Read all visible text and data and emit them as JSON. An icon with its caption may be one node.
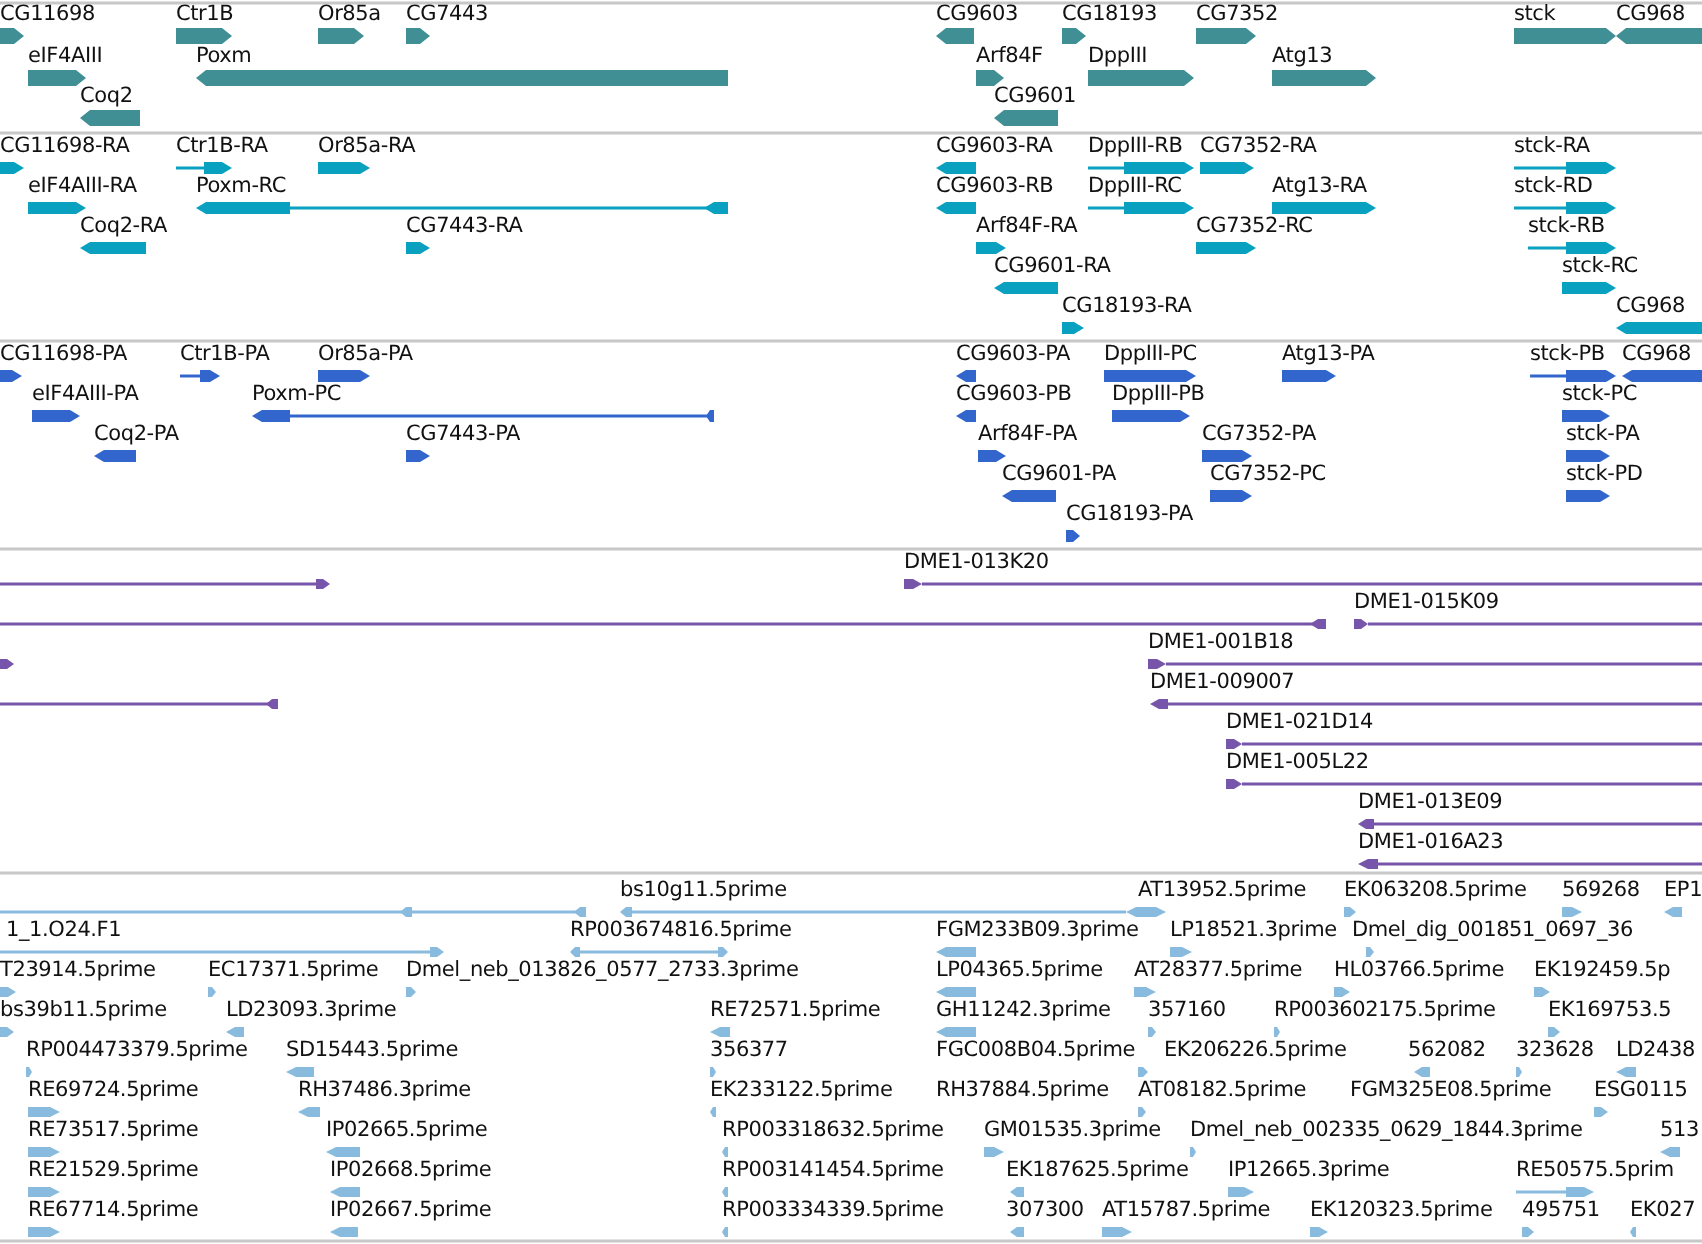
{
  "diagram": {
    "labels": [
      "CG11698",
      "Ctr1B",
      "Or85a",
      "CG7443",
      "CG9603",
      "CG18193",
      "CG7352",
      "stck",
      "CG968",
      "eIF4AIII",
      "Poxm",
      "Arf84F",
      "DppIII",
      "Atg13",
      "Coq2",
      "CG9601",
      "CG11698-RA",
      "Ctr1B-RA",
      "Or85a-RA",
      "CG9603-RA",
      "DppIII-RB",
      "CG7352-RA",
      "stck-RA",
      "eIF4AIII-RA",
      "Poxm-RC",
      "CG9603-RB",
      "DppIII-RC",
      "Atg13-RA",
      "stck-RD",
      "Coq2-RA",
      "CG7443-RA",
      "Arf84F-RA",
      "CG7352-RC",
      "stck-RB",
      "CG9601-RA",
      "stck-RC",
      "CG18193-RA",
      "CG968",
      "CG11698-PA",
      "Ctr1B-PA",
      "Or85a-PA",
      "CG9603-PA",
      "DppIII-PC",
      "Atg13-PA",
      "stck-PB",
      "CG968",
      "eIF4AIII-PA",
      "Poxm-PC",
      "CG9603-PB",
      "DppIII-PB",
      "stck-PC",
      "Coq2-PA",
      "CG7443-PA",
      "Arf84F-PA",
      "CG7352-PA",
      "stck-PA",
      "CG9601-PA",
      "CG7352-PC",
      "stck-PD",
      "CG18193-PA",
      "DME1-013K20",
      "DME1-015K09",
      "DME1-001B18",
      "DME1-009007",
      "DME1-021D14",
      "DME1-005L22",
      "DME1-013E09",
      "DME1-016A23",
      "bs10g11.5prime",
      "AT13952.5prime",
      "EK063208.5prime",
      "569268",
      "EP1",
      "1_1.O24.F1",
      "RP003674816.5prime",
      "FGM233B09.3prime",
      "LP18521.3prime",
      "Dmel_dig_001851_0697_36",
      "T23914.5prime",
      "EC17371.5prime",
      "Dmel_neb_013826_0577_2733.3prime",
      "LP04365.5prime",
      "AT28377.5prime",
      "HL03766.5prime",
      "EK192459.5p",
      "bs39b11.5prime",
      "LD23093.3prime",
      "RE72571.5prime",
      "GH11242.3prime",
      "357160",
      "RP003602175.5prime",
      "EK169753.5",
      "RP004473379.5prime",
      "SD15443.5prime",
      "356377",
      "FGC008B04.5prime",
      "EK206226.5prime",
      "562082",
      "323628",
      "LD2438",
      "RE69724.5prime",
      "RH37486.3prime",
      "EK233122.5prime",
      "RH37884.5prime",
      "AT08182.5prime",
      "FGM325E08.5prime",
      "ESG0115",
      "RE73517.5prime",
      "IP02665.5prime",
      "RP003318632.5prime",
      "GM01535.3prime",
      "Dmel_neb_002335_0629_1844.3prime",
      "513",
      "RE21529.5prime",
      "IP02668.5prime",
      "RP003141454.5prime",
      "EK187625.5prime",
      "IP12665.3prime",
      "RE50575.5prim",
      "RE67714.5prime",
      "IP02667.5prime",
      "RP003334339.5prime",
      "307300",
      "AT15787.5prime",
      "EK120323.5prime",
      "495751",
      "EK027"
    ]
  }
}
